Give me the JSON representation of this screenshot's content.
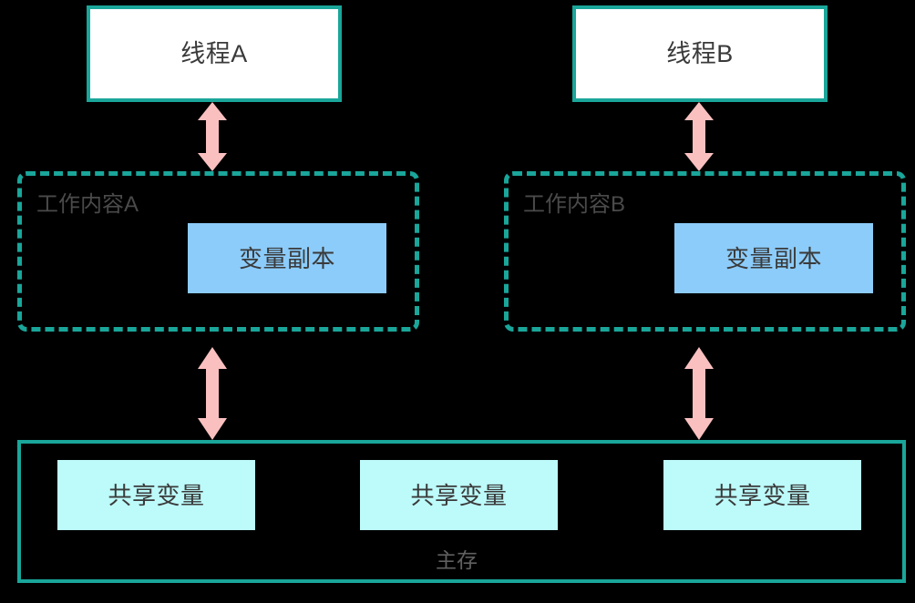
{
  "diagram": {
    "title": "Java Memory Model - threads, working memory and main memory",
    "colors": {
      "background": "#000000",
      "teal_border": "#1AA69A",
      "thread_fill": "#FFFFFF",
      "variable_copy_fill": "#8CCCFA",
      "shared_variable_fill": "#BDFAFA",
      "arrow_fill": "#FAC0C0",
      "text_dark": "#3A3A3A",
      "text_gray": "#4A4A4A",
      "text_light_gray": "#606060"
    },
    "threads": [
      {
        "id": "thread-a",
        "label": "线程A"
      },
      {
        "id": "thread-b",
        "label": "线程B"
      }
    ],
    "working_memories": [
      {
        "id": "work-a",
        "label": "工作内容A",
        "variable_copy": "变量副本"
      },
      {
        "id": "work-b",
        "label": "工作内容B",
        "variable_copy": "变量副本"
      }
    ],
    "main_memory": {
      "label": "主存",
      "shared_variables": [
        {
          "label": "共享变量"
        },
        {
          "label": "共享变量"
        },
        {
          "label": "共享变量"
        }
      ]
    },
    "arrows": [
      {
        "id": "arrow-thread-a-work-a",
        "kind": "double-headed-vertical-arrow"
      },
      {
        "id": "arrow-thread-b-work-b",
        "kind": "double-headed-vertical-arrow"
      },
      {
        "id": "arrow-work-a-main",
        "kind": "double-headed-vertical-arrow"
      },
      {
        "id": "arrow-work-b-main",
        "kind": "double-headed-vertical-arrow"
      }
    ]
  }
}
